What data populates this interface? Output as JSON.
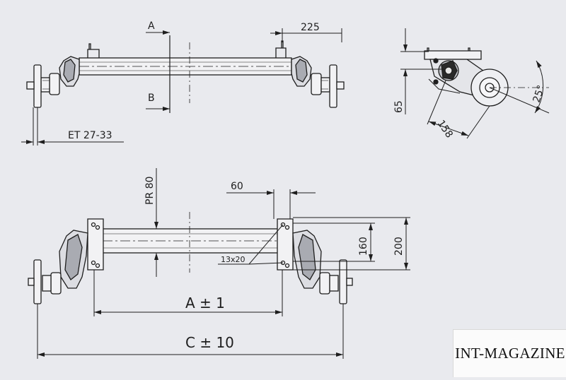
{
  "dimensions": {
    "top_225": "225",
    "section_a": "A",
    "section_b": "B",
    "et_range": "ET 27-33",
    "side_65": "65",
    "side_158": "158",
    "side_angle": "25°",
    "pr_80": "PR 80",
    "plate_60": "60",
    "plate_160": "160",
    "plate_200": "200",
    "bolt_13x20": "13x20",
    "track_a": "A ± 1",
    "track_c": "C ± 10"
  },
  "watermark": "INT-MAGAZINE"
}
